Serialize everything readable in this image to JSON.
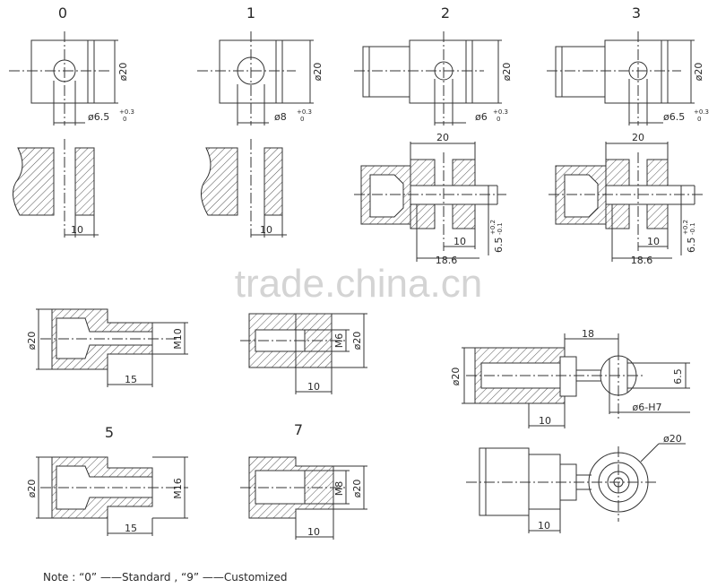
{
  "type_numbers": [
    "0",
    "1",
    "2",
    "3",
    "5",
    "7"
  ],
  "dims": {
    "d20": "ø20",
    "d6_5": "ø6.5",
    "d8": "ø8",
    "d6": "ø6",
    "tol_up": "+0.3",
    "tol_lo": "0",
    "len10": "10",
    "len20": "20",
    "len18_6": "18.6",
    "len15": "15",
    "len18": "18",
    "w6_5": "6.5",
    "w6_5b": "6.5",
    "tol2_up": "+0.2",
    "tol2_lo": "-0.1",
    "m10": "M10",
    "m6": "M6",
    "m16": "M16",
    "m8": "M8",
    "h7": "ø6-H7"
  },
  "watermark": "trade.china.cn",
  "note": "Note :  “0”  ——Standard ,  “9”  ——Customized"
}
